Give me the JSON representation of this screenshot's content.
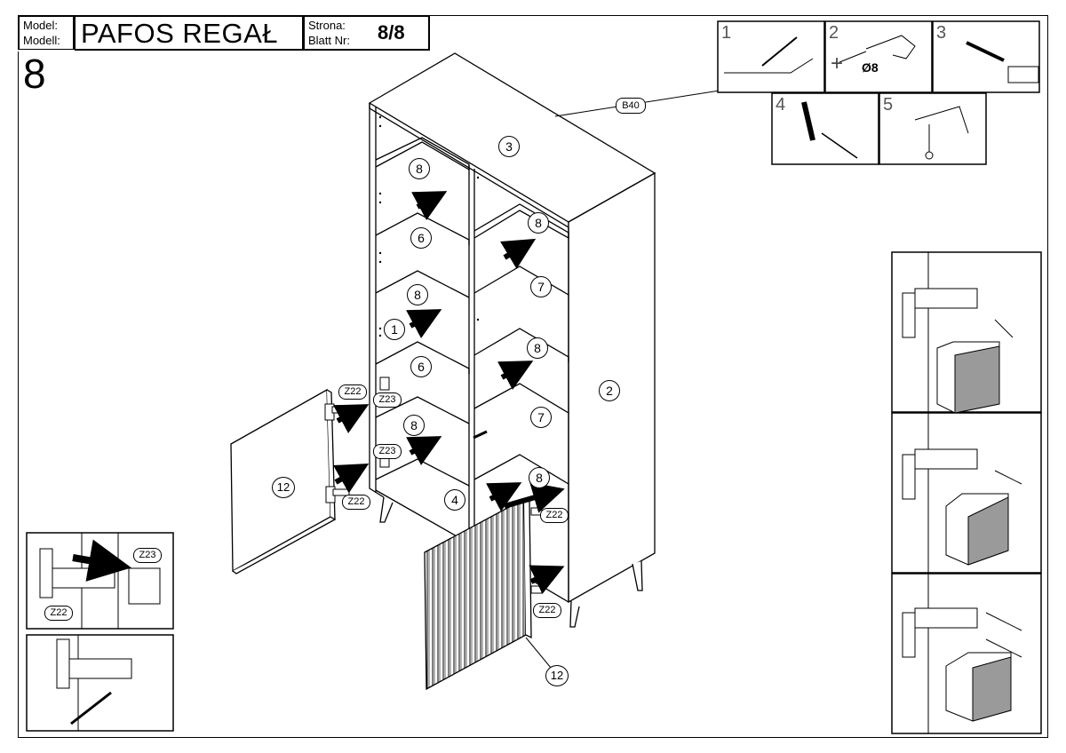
{
  "header": {
    "model_label": "Model:",
    "modell_label": "Modell:",
    "model_name": "PAFOS REGAŁ",
    "page_label": "Strona:",
    "blatt_label": "Blatt Nr:",
    "page_number": "8/8"
  },
  "step_number": "8",
  "tool_steps": {
    "s1": "1",
    "s2": "2",
    "s3": "3",
    "s4": "4",
    "s5": "5",
    "drill_size": "Ø8"
  },
  "callouts": {
    "b40": "B40",
    "p1": "1",
    "p2": "2",
    "p3": "3",
    "p4": "4",
    "p6a": "6",
    "p6b": "6",
    "p7a": "7",
    "p7b": "7",
    "p8a": "8",
    "p8b": "8",
    "p8c": "8",
    "p8d": "8",
    "p8e": "8",
    "p8f": "8",
    "p12a": "12",
    "p12b": "12"
  },
  "hardware": {
    "z22a": "Z22",
    "z22b": "Z22",
    "z22c": "Z22",
    "z22d": "Z22",
    "z22e": "Z22",
    "z23a": "Z23",
    "z23b": "Z23",
    "z23c": "Z23"
  }
}
